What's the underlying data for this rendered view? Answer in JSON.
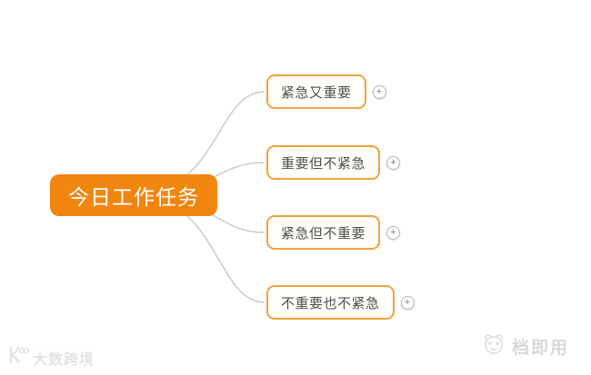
{
  "canvas": {
    "background_color": "#ffffff"
  },
  "mindmap": {
    "root": {
      "label": "今日工作任务",
      "bg_color": "#F1860F",
      "text_color": "#ffffff"
    },
    "children": [
      {
        "label": "紧急又重要"
      },
      {
        "label": "重要但不紧急"
      },
      {
        "label": "紧急但不重要"
      },
      {
        "label": "不重要也不紧急"
      }
    ],
    "child_style": {
      "border_color": "#F0A33C",
      "bg_color": "#FFFEFA",
      "text_color": "#4F4F4F"
    },
    "connector_color": "#CBCBCB",
    "add_button": {
      "symbol": "+",
      "border_color": "#B3B3B3",
      "symbol_color": "#7D7D7D"
    }
  },
  "watermarks": {
    "bottom_left": {
      "text": "大数跨境",
      "color": "#E4E4E4"
    },
    "bottom_right": {
      "text": "档即用",
      "color": "#D9D9D9"
    }
  }
}
